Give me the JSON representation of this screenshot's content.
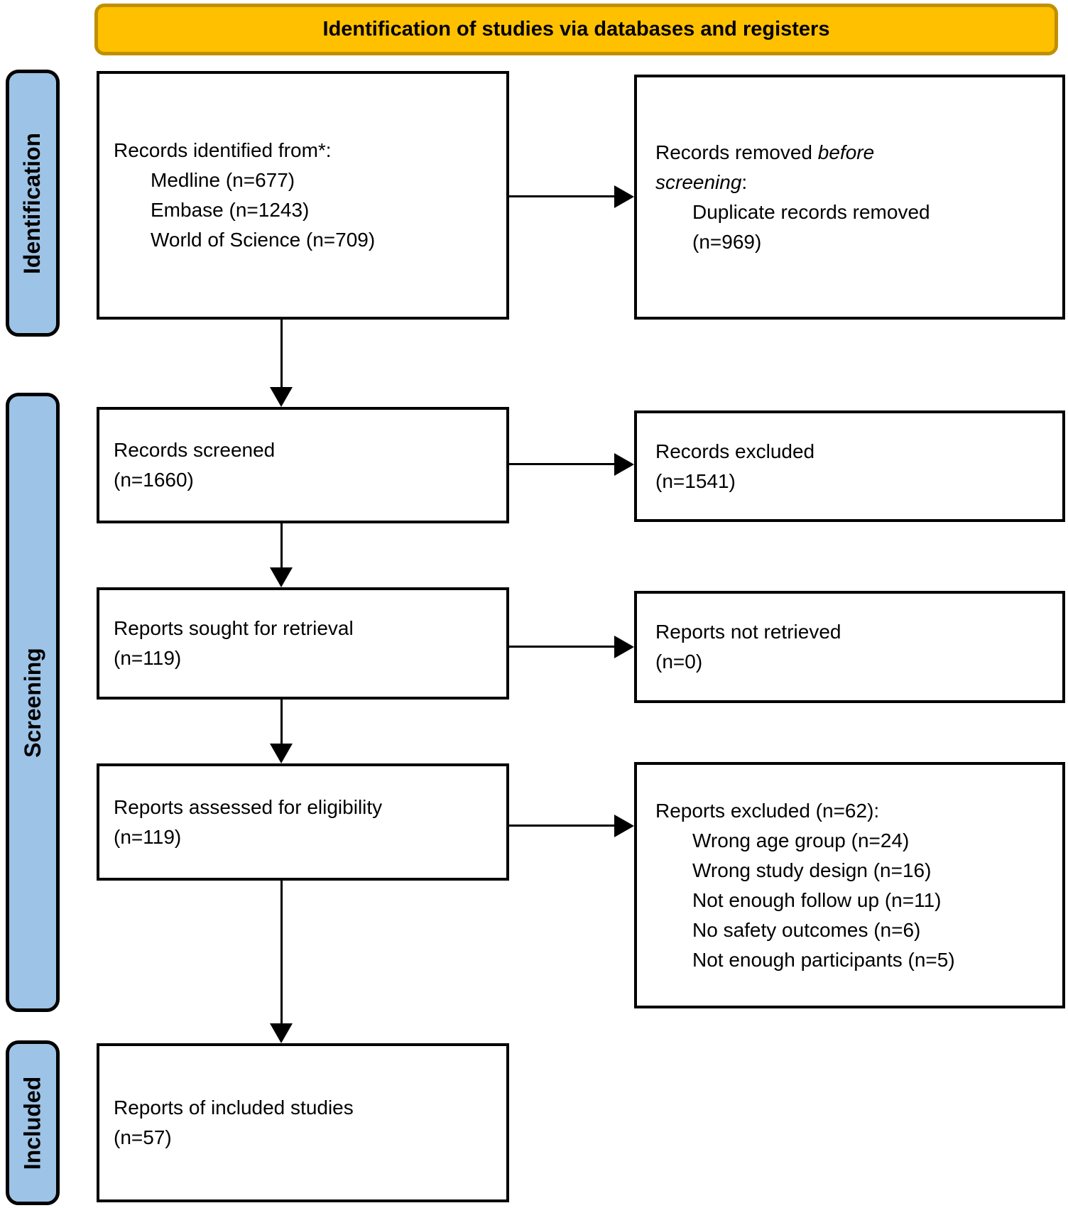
{
  "banner": {
    "title": "Identification of studies via databases and registers"
  },
  "sidebar": {
    "identification": "Identification",
    "screening": "Screening",
    "included": "Included"
  },
  "colors": {
    "banner_fill": "#FFC000",
    "banner_border": "#BF9000",
    "sidebar_fill": "#9DC3E6",
    "box_fill": "#FFFFFF",
    "line": "#000000"
  },
  "boxes": {
    "records_identified": {
      "heading": "Records identified from*:",
      "items": [
        "Medline (n=677)",
        "Embase (n=1243)",
        "World of Science (n=709)"
      ]
    },
    "records_removed": {
      "line1_regular": "Records removed ",
      "line1_italic": "before",
      "line2_italic": "screening",
      "line2_regular": ":",
      "item_line1": "Duplicate records removed",
      "item_line2": "(n=969)"
    },
    "records_screened": {
      "line1": "Records screened",
      "line2": "(n=1660)"
    },
    "records_excluded": {
      "line1": "Records excluded",
      "line2": "(n=1541)"
    },
    "reports_sought": {
      "line1": "Reports sought for retrieval",
      "line2": "(n=119)"
    },
    "reports_not_retrieved": {
      "line1": "Reports not retrieved",
      "line2": "(n=0)"
    },
    "reports_assessed": {
      "line1": "Reports assessed for eligibility",
      "line2": "(n=119)"
    },
    "reports_excluded": {
      "heading": "Reports excluded (n=62):",
      "items": [
        "Wrong age group (n=24)",
        "Wrong study design (n=16)",
        "Not enough follow up (n=11)",
        "No safety outcomes (n=6)",
        "Not enough participants (n=5)"
      ]
    },
    "reports_included": {
      "line1": "Reports of included studies",
      "line2": "(n=57)"
    }
  }
}
